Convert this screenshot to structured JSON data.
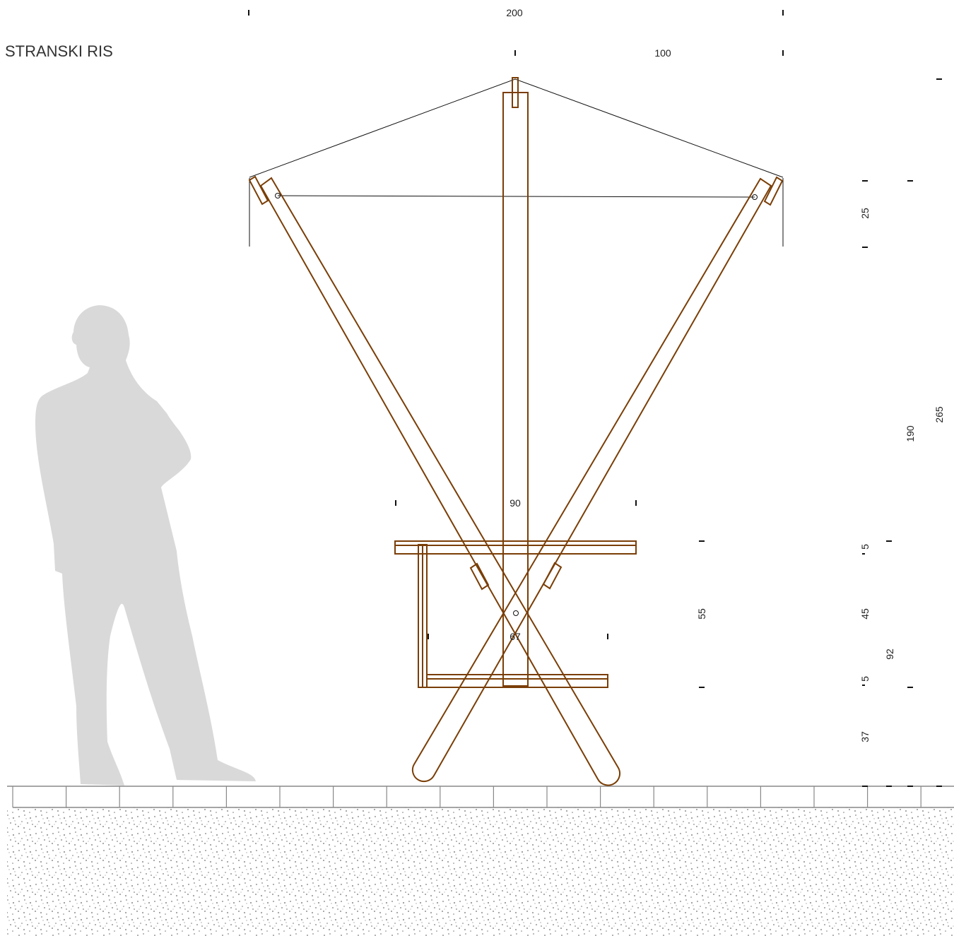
{
  "title": "STRANSKI RIS",
  "dimensions": {
    "width_total": "200",
    "width_half": "100",
    "roof_height": "25",
    "frame_height": "190",
    "total_height": "265",
    "table_width": "90",
    "bench_width": "67",
    "table_height": "55",
    "seat_gap": "45",
    "table_top_thickness": "5",
    "bench_thickness": "5",
    "seat_to_top": "92",
    "seat_height": "37"
  },
  "colors": {
    "wood": "#7a3e06",
    "ground_fill": "#e6e6e6",
    "silhouette": "#d9d9d9"
  }
}
